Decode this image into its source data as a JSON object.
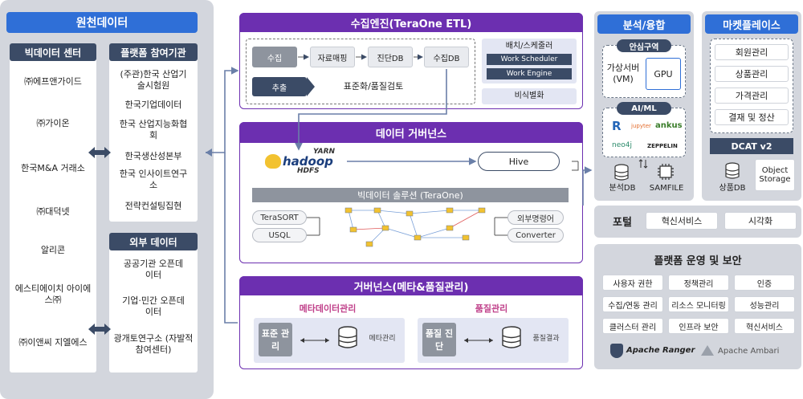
{
  "source": {
    "title": "원천데이터",
    "bigdata_center": {
      "header": "빅데이터 센터",
      "items": [
        "㈜에프앤가이드",
        "㈜가이온",
        "한국M&A 거래소",
        "㈜대덕넷",
        "알리콘",
        "에스티에이치 아이에스㈜",
        "㈜이앤씨 지엘에스"
      ]
    },
    "platform_orgs": {
      "header": "플랫폼 참여기관",
      "items": [
        "(주관)한국 산업기술시험원",
        "한국기업데이터",
        "한국 산업지능화협회",
        "한국생산성본부",
        "한국 인사이트연구소",
        "전략컨설팅집현"
      ]
    },
    "external": {
      "header": "외부 데이터",
      "items": [
        "공공기관 오픈데이터",
        "기업·민간 오픈데이터",
        "광개토연구소 (자발적 참여센터)"
      ]
    }
  },
  "collection": {
    "title": "수집엔진(TeraOne ETL)",
    "steps": [
      "수집",
      "자료매핑",
      "진단DB",
      "수집DB"
    ],
    "extract": "추출",
    "standardize": "표준화/품질검토",
    "scheduler": {
      "title": "배치/스케줄러",
      "chips": [
        "Work Scheduler",
        "Work Engine"
      ]
    },
    "deid": "비식별화"
  },
  "governance_data": {
    "title": "데이터 거버넌스",
    "yarn": "YARN",
    "hadoop": "hadoop",
    "hdfs": "HDFS",
    "hive": "Hive",
    "solution": "빅데이터 솔루션 (TeraOne)",
    "left_pills": [
      "TeraSORT",
      "USQL"
    ],
    "right_pills": [
      "외부명령어",
      "Converter"
    ]
  },
  "governance_meta": {
    "title": "거버넌스(메타&품질관리)",
    "meta": {
      "title": "메타데이터관리",
      "box": "표준 관리",
      "db": "메타관리"
    },
    "quality": {
      "title": "품질관리",
      "box": "품질 진단",
      "db": "품질결과"
    }
  },
  "analysis": {
    "title": "분석/융합",
    "safe_zone": {
      "title": "안심구역",
      "items": [
        "가상서버 (VM)",
        "GPU"
      ]
    },
    "aiml": {
      "title": "AI/ML",
      "logos": [
        "R",
        "jupyter",
        "ankus",
        "neo4j",
        "ZEPPELIN"
      ]
    },
    "db": [
      "분석DB",
      "SAMFILE"
    ]
  },
  "market": {
    "title": "마켓플레이스",
    "items": [
      "회원관리",
      "상품관리",
      "가격관리",
      "결재 및 정산"
    ],
    "dcat": "DCAT v2",
    "db": "상품DB",
    "object_storage": "Object Storage"
  },
  "portal": {
    "title": "포털",
    "items": [
      "혁신서비스",
      "시각화"
    ]
  },
  "ops": {
    "title": "플랫폼 운영 및 보안",
    "items": [
      "사용자 권한",
      "정책관리",
      "인증",
      "수집/연동 관리",
      "리소스 모니터링",
      "성능관리",
      "클러스터 관리",
      "인프라 보안",
      "혁신서비스"
    ],
    "logos": [
      "Apache Ranger",
      "Apache Ambari"
    ]
  },
  "colors": {
    "blue": "#2f6fd7",
    "purple": "#6c2fb0",
    "navy": "#3b4b66",
    "gray_panel": "#d3d6dd"
  }
}
